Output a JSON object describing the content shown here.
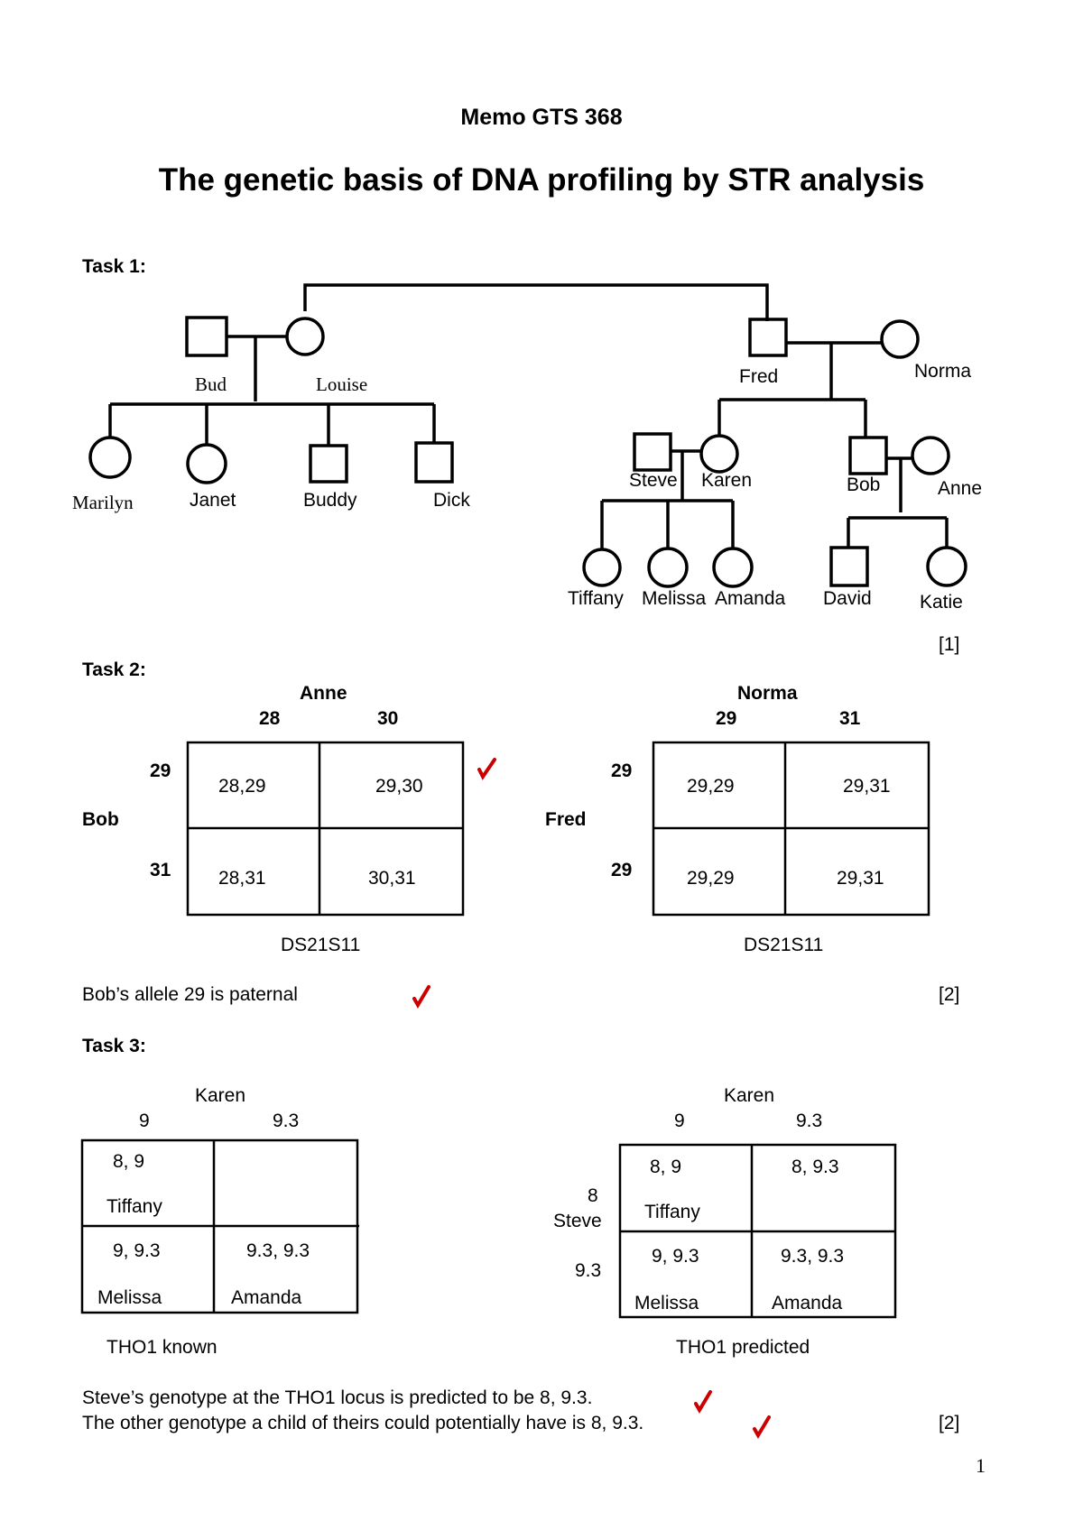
{
  "header": {
    "memo": "Memo GTS 368",
    "title": "The genetic basis of DNA profiling by STR analysis"
  },
  "task1": {
    "label": "Task 1:",
    "pedigree": {
      "bud": "Bud",
      "louise": "Louise",
      "fred": "Fred",
      "norma": "Norma",
      "marilyn": "Marilyn",
      "janet": "Janet",
      "buddy": "Buddy",
      "dick": "Dick",
      "steve": "Steve",
      "karen": "Karen",
      "bob": "Bob",
      "anne": "Anne",
      "tiffany": "Tiffany",
      "melissa": "Melissa",
      "amanda": "Amanda",
      "david": "David",
      "katie": "Katie"
    },
    "mark": "[1]"
  },
  "task2": {
    "label": "Task 2:",
    "left": {
      "top_parent": "Anne",
      "top_alleles": [
        "28",
        "30"
      ],
      "side_parent": "Bob",
      "side_alleles": [
        "29",
        "31"
      ],
      "cells": [
        "28,29",
        "29,30",
        "28,31",
        "30,31"
      ],
      "locus": "DS21S11"
    },
    "right": {
      "top_parent": "Norma",
      "top_alleles": [
        "29",
        "31"
      ],
      "side_parent": "Fred",
      "side_alleles": [
        "29",
        "29"
      ],
      "cells": [
        "29,29",
        "29,31",
        "29,29",
        "29,31"
      ],
      "locus": "DS21S11"
    },
    "answer": "Bob’s allele 29 is paternal",
    "mark": "[2]"
  },
  "task3": {
    "label": "Task 3:",
    "left": {
      "top_parent": "Karen",
      "top_alleles": [
        "9",
        "9.3"
      ],
      "cells": [
        {
          "genotype": "8, 9",
          "name": "Tiffany"
        },
        {
          "genotype": "",
          "name": ""
        },
        {
          "genotype": "9, 9.3",
          "name": "Melissa"
        },
        {
          "genotype": "9.3, 9.3",
          "name": "Amanda"
        }
      ],
      "caption": "THO1 known"
    },
    "right": {
      "top_parent": "Karen",
      "top_alleles": [
        "9",
        "9.3"
      ],
      "side_parent": "Steve",
      "side_alleles": [
        "8",
        "9.3"
      ],
      "cells": [
        {
          "genotype": "8, 9",
          "name": "Tiffany"
        },
        {
          "genotype": "8, 9.3",
          "name": ""
        },
        {
          "genotype": "9, 9.3",
          "name": "Melissa"
        },
        {
          "genotype": "9.3,  9.3",
          "name": "Amanda"
        }
      ],
      "caption": "THO1 predicted"
    },
    "answer1": "Steve’s genotype at the THO1 locus is predicted to be 8, 9.3.",
    "answer2": "The other genotype a child of theirs could potentially have is 8, 9.3.",
    "mark": "[2]"
  },
  "page_number": "1",
  "colors": {
    "tick": "#cc0000"
  }
}
